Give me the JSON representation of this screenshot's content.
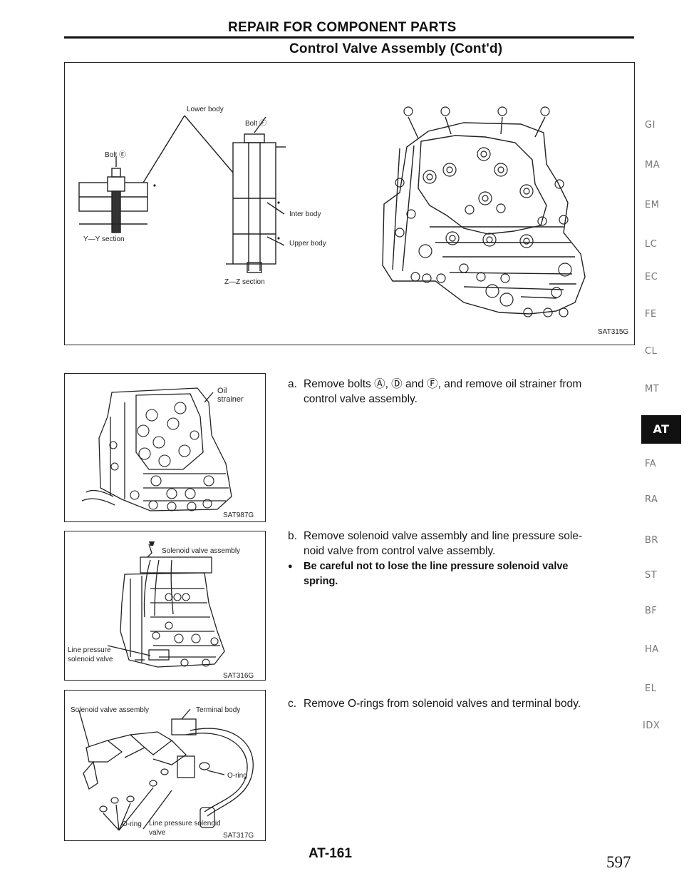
{
  "header": {
    "title": "REPAIR FOR COMPONENT PARTS",
    "subtitle": "Control Valve Assembly (Cont'd)"
  },
  "figure_main": {
    "code": "SAT315G",
    "labels": {
      "lower_body": "Lower body",
      "bolt_f": "Bolt Ⓕ",
      "bolt_e": "Bolt Ⓔ",
      "inter_body": "Inter body",
      "upper_body": "Upper body",
      "yy_section": "Y—Y section",
      "zz_section": "Z—Z section"
    }
  },
  "figure_strainer": {
    "code": "SAT987G",
    "label": "Oil strainer"
  },
  "figure_solenoid_assy": {
    "code": "SAT316G",
    "labels": {
      "solenoid_valve_assembly": "Solenoid valve assembly",
      "line_pressure_solenoid_valve": "Line pressure solenoid valve"
    }
  },
  "figure_orings": {
    "code": "SAT317G",
    "labels": {
      "solenoid_valve_assembly": "Solenoid valve assembly",
      "terminal_body": "Terminal body",
      "o_ring_right": "O-ring",
      "o_ring_left": "O-ring",
      "line_pressure_solenoid_valve": "Line pressure solenoid valve"
    }
  },
  "steps": {
    "a": {
      "label": "a.",
      "text_line1": "Remove bolts Ⓐ, Ⓓ and Ⓕ, and remove oil strainer from",
      "text_line2": "control valve assembly."
    },
    "b": {
      "label": "b.",
      "text_line1": "Remove solenoid valve assembly and line pressure sole-",
      "text_line2": "noid valve from control valve assembly."
    },
    "b_warning": {
      "bullet": "●",
      "line1": "Be careful not to lose the line pressure solenoid valve",
      "line2": "spring."
    },
    "c": {
      "label": "c.",
      "text": "Remove O-rings from solenoid valves and terminal body."
    }
  },
  "section_index": [
    "GI",
    "MA",
    "EM",
    "LC",
    "EC",
    "FE",
    "CL",
    "MT",
    "AT",
    "FA",
    "RA",
    "BR",
    "ST",
    "BF",
    "HA",
    "EL",
    "IDX"
  ],
  "section_index_active": "AT",
  "footer": {
    "page_code": "AT-161",
    "page_number": "597"
  }
}
